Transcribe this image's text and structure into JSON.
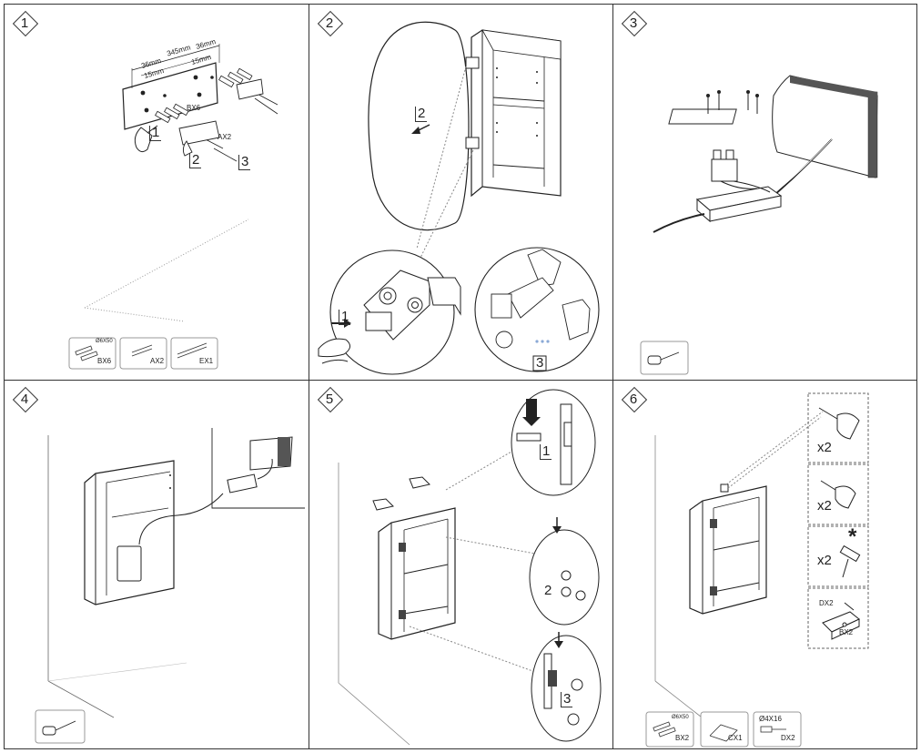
{
  "steps": [
    {
      "number": "1"
    },
    {
      "number": "2"
    },
    {
      "number": "3"
    },
    {
      "number": "4"
    },
    {
      "number": "5"
    },
    {
      "number": "6"
    }
  ],
  "step1": {
    "dim_top_left": "36mm",
    "dim_top_mid": "345mm",
    "dim_top_right": "36mm",
    "dim_left_inner": "15mm",
    "dim_right_inner": "15mm",
    "label_bx": "BX6",
    "label_ax": "AX2",
    "sub1": "1",
    "sub2": "2",
    "sub3": "3",
    "parts": [
      {
        "code": "BX6",
        "spec": "Ø6X50"
      },
      {
        "code": "AX2",
        "spec": ""
      },
      {
        "code": "EX1",
        "spec": ""
      }
    ]
  },
  "step2": {
    "sub_door": "2",
    "sub_press": "1",
    "sub_hinge": "3"
  },
  "step3": {},
  "step4": {},
  "step5": {
    "sub1": "1",
    "sub2": "2",
    "sub3": "3"
  },
  "step6": {
    "count1": "x2",
    "count2": "x2",
    "count3": "x2",
    "star": "*",
    "label_dx_top": "DX2",
    "label_bx_bracket": "BX2",
    "parts": [
      {
        "code": "BX2",
        "spec": "Ø6X50"
      },
      {
        "code": "CX1",
        "spec": ""
      },
      {
        "code": "DX2",
        "spec": "Ø4X16"
      }
    ]
  }
}
